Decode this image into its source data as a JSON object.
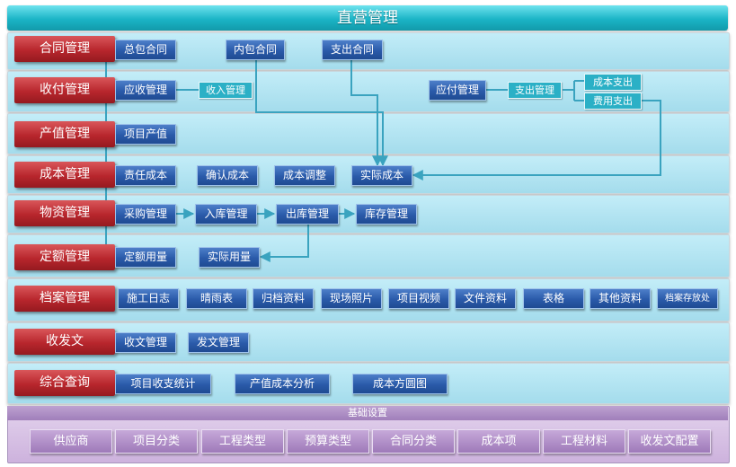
{
  "title": "直营管理",
  "categories": {
    "contract": "合同管理",
    "payment": "收付管理",
    "output": "产值管理",
    "cost": "成本管理",
    "material": "物资管理",
    "quota": "定额管理",
    "archive": "档案管理",
    "document": "收发文",
    "query": "综合查询"
  },
  "contract": {
    "general": "总包合同",
    "internal": "内包合同",
    "expense": "支出合同"
  },
  "payment": {
    "receivable": "应收管理",
    "income": "收入管理",
    "payable": "应付管理",
    "expense": "支出管理",
    "cost_expense": "成本支出",
    "fee_expense": "费用支出"
  },
  "output": {
    "project_output": "项目产值"
  },
  "cost": {
    "responsibility": "责任成本",
    "confirm": "确认成本",
    "adjust": "成本调整",
    "actual": "实际成本"
  },
  "material": {
    "purchase": "采购管理",
    "inbound": "入库管理",
    "outbound": "出库管理",
    "stock": "库存管理"
  },
  "quota": {
    "quota_usage": "定额用量",
    "actual_usage": "实际用量"
  },
  "archive": {
    "items": [
      "施工日志",
      "晴雨表",
      "归档资料",
      "现场照片",
      "项目视频",
      "文件资料",
      "表格",
      "其他资料",
      "档案存放处"
    ]
  },
  "document": {
    "receive": "收文管理",
    "send": "发文管理"
  },
  "query": {
    "items": [
      "项目收支统计",
      "产值成本分析",
      "成本方圆图"
    ]
  },
  "base": {
    "header": "基础设置",
    "items": [
      "供应商",
      "项目分类",
      "工程类型",
      "预算类型",
      "合同分类",
      "成本项",
      "工程材料",
      "收发文配置"
    ]
  },
  "colors": {
    "category": "#b8262d",
    "button": "#2a5aa9",
    "accent": "#2bb0c6",
    "connector": "#3aa3bf",
    "base": "#cdb2dd"
  }
}
